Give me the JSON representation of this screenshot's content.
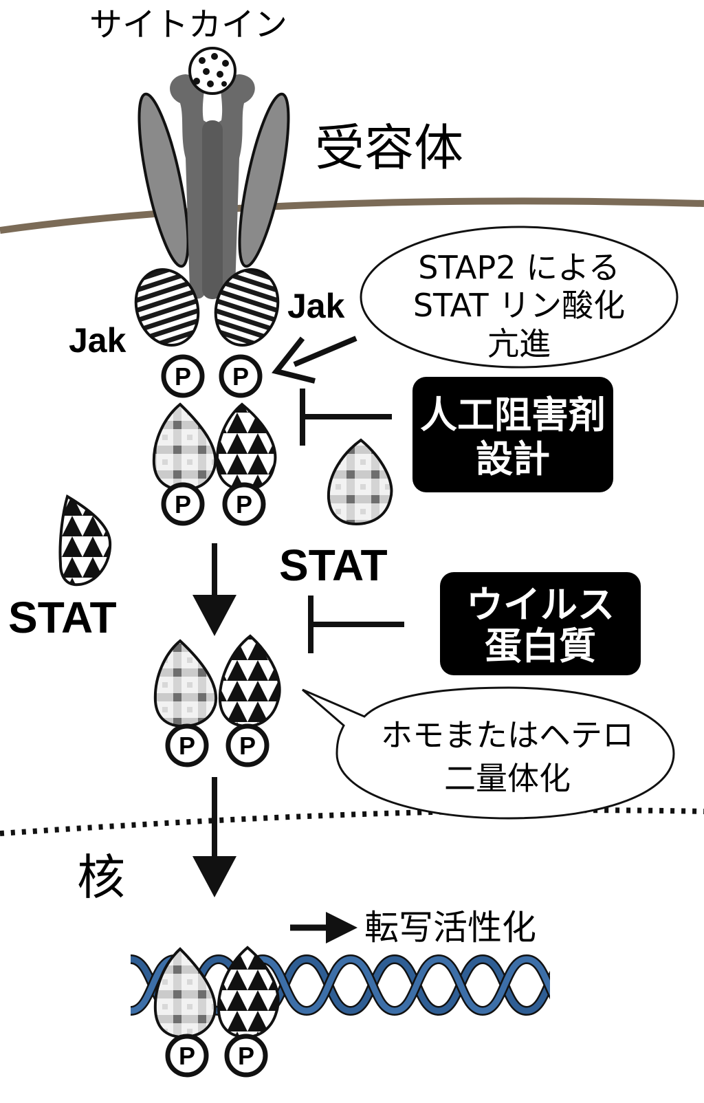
{
  "labels": {
    "cytokine": "サイトカイン",
    "receptor": "受容体",
    "jak_left": "Jak",
    "jak_right": "Jak",
    "stat_left": "STAT",
    "stat_right": "STAT",
    "nucleus": "核",
    "transcription": "転写活性化",
    "phospho": "P"
  },
  "callouts": {
    "stap2": [
      "STAP2 による",
      "STAT リン酸化",
      "亢進"
    ],
    "dimer": [
      "ホモまたはヘテロ",
      "二量体化"
    ]
  },
  "boxes": {
    "inhibitor": [
      "人工阻害剤",
      "設計"
    ],
    "viral": [
      "ウイルス",
      "蛋白質"
    ]
  },
  "colors": {
    "membrane": "#7b6b57",
    "receptor_dark": "#666666",
    "receptor_light": "#8a8a8a",
    "dna": "#2f5e94",
    "box_fill": "#000000",
    "box_text": "#ffffff"
  }
}
